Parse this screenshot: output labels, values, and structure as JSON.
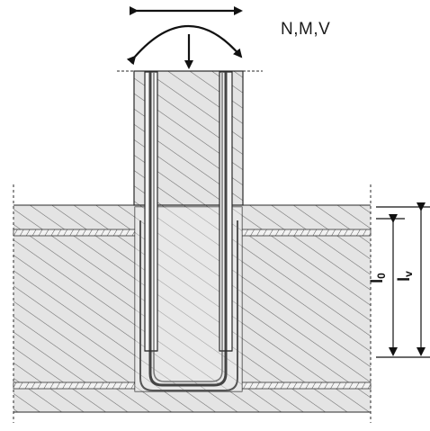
{
  "loads_label": "N,M,V",
  "dim_lo": {
    "main": "l",
    "sub": "0"
  },
  "dim_lv": {
    "main": "l",
    "sub": "v"
  },
  "colors": {
    "hatch": "#6a6a6a",
    "fill": "#e4e4e4",
    "outline": "#2a2a2a",
    "arrow": "#111111"
  }
}
